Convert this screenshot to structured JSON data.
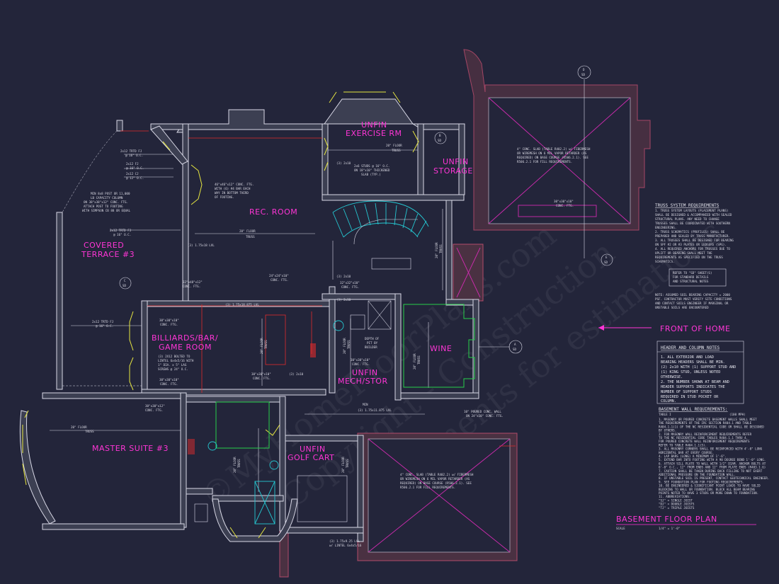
{
  "rooms": {
    "covered_terrace": [
      "COVERED",
      "TERRACE #3"
    ],
    "rec_room": "REC. ROOM",
    "exercise": [
      "UNFIN",
      "EXERCISE RM"
    ],
    "storage": [
      "UNFIN",
      "STORAGE"
    ],
    "billiards": [
      "BILLIARDS/BAR/",
      "GAME ROOM"
    ],
    "wine": "WINE",
    "mech": [
      "UNFIN",
      "MECH/STOR"
    ],
    "master": "MASTER SUITE #3",
    "golf": [
      "UNFIN",
      "GOLF CART"
    ]
  },
  "annotations": {
    "a1": "2x12 TRTD FJ",
    "a1b": "@ 16\" O.C.",
    "a2": "2x12 FJ",
    "a2b": "@ 16\" O.C.",
    "a3": "2x12 CJ",
    "a3b": "@ 12\" O.C.",
    "post": [
      "MIN 8x8 POST OR 11,000",
      "LB CAPACITY COLUMN",
      "ON 38\"x38\"x12\" CONC. FTG.",
      "ATTACH POST TO FOOTING",
      "WITH SIMPSON CB 88 OR EQUAL"
    ],
    "ftg1": [
      "46\"x46\"x12\" CONC. FTG.",
      "WITH (6) #4 BAR EACH",
      "WAY IN BOTTOM THIRD",
      "OF FOOTING."
    ],
    "floor_truss": "20\" FLOOR",
    "truss": "TRUSS",
    "lvl1": "(3) 1.75x18 LVL",
    "lvl2": "(3) 1.75x18.875 LVL",
    "lvl3": "(3) 1.75x11.875 LVL",
    "lvl4": [
      "(3) 1.75x9.25 LVL",
      "w/ LINTEL 6x4x5/16"
    ],
    "c1": "24\"x24\"x10\"",
    "c1b": "CONC. FTG.",
    "c2": "32\"x32\"x10\"",
    "c2b": "CONC. FTG.",
    "c3": "32\"x48\"x12\"",
    "c3b": "CONC. FTG.",
    "c4": "30\"x30\"x10\"",
    "c4b": "CONC. FTG.",
    "c5": "30\"x30\"x12\"",
    "c5b": "CONC. FTG.",
    "studs": [
      "2x6 STUDS @ 16\" O.C.",
      "ON 18\"x10\" THICKENED",
      "SLAB (TYP.)"
    ],
    "twox10": "(3) 2x10",
    "lintel": [
      "(3) 2X12 BOLTED TO",
      "LINTEL 6x4x5/16 WITH",
      "1\" DIA. x 5\" LAG",
      "SCREWS @ 24\" O.C."
    ],
    "pit": [
      "DEPTH OF",
      "PIT BY",
      "BUILDER"
    ],
    "min": "MIN",
    "wall10": [
      "10\" POURED CONC. WALL",
      "ON 24\"x10\" CONC. FTG."
    ],
    "slab1": [
      "4\" CONC. SLAB (TABLE R402.2) w/ FIBERMESH",
      "OR WIREMESH ON 6 MIL VAPOR RETARDER (AS",
      "REQUIRED) ON BASE COURSE (R506.2.1). SEE",
      "R506.2.1 FOR FILL REQUIREMENTS."
    ],
    "slab2": [
      "4\" CONC. SLAB (TABLE R402.2) w/ FIBERMESH",
      "OR WIREMESH ON 6 MIL VAPOR RETARDER (AS",
      "REQUIRED) ON BASE COURSE (R506.2.1). SEE",
      "R506.2.1 FOR FILL REQUIREMENTS."
    ],
    "ftg30": "30\"x30\"x10\"",
    "ftg30b": "CONC. FTG."
  },
  "sections": [
    {
      "letter": "D",
      "sheet": "SD"
    },
    {
      "letter": "B",
      "sheet": "SD"
    },
    {
      "letter": "C",
      "sheet": "SD"
    },
    {
      "letter": "E",
      "sheet": "SD"
    },
    {
      "letter": "A",
      "sheet": "SD"
    }
  ],
  "notes": {
    "truss_title": "TRUSS SYSTEM REQUIREMENTS",
    "truss_items": [
      "1.   TRUSS SYSTEM LAYOUTS (PLACEMENT PLANS)",
      "      SHALL BE DESIGNED & ACCOMPANIED WITH SEALED",
      "      STRUCTURAL PLANS. ANY NEED TO CHANGE",
      "      TRUSSES SHALL BE COORDINATED WITH SOUTHERN",
      "      ENGINEERING.",
      "2.   TRUSS SCHEMATICS (PROFILES) SHALL BE",
      "      PREPARED AND SEALED BY TRUSS MANUFACTURER.",
      "3.   ALL TRUSSES SHALL BE DESIGNED FOR BEARING",
      "      ON SPF #2 OR #3 PLATES OR LEDGERS (SPG).",
      "4.   ALL REQUIRED ANCHORS FOR TRUSSES DUE TO",
      "      UPLIFT OR BEARING SHALL MEET THE",
      "      REQUIREMENTS AS SPECIFIED ON THE TRUSS",
      "      SCHEMATICS."
    ],
    "refer": [
      "REFER TO \"SD\" SHEET(S)",
      "FOR STANDARD DETAILS",
      "AND STRUCTURAL NOTES"
    ],
    "soil": [
      "NOTE: ASSUMED SOIL BEARING CAPACITY = 2000",
      "PSF. CONTRACTOR MUST VERIFY SITE CONDITIONS",
      "AND CONTACT SOILS ENGINEER IF MARGINAL OR",
      "UNSTABLE SOILS ARE ENCOUNTERED"
    ],
    "front": "FRONT OF HOME",
    "header_title": "HEADER AND COLUMN NOTES",
    "header_items": [
      "1. ALL EXTERIOR AND LOAD",
      "BEARING HEADERS SHALL BE MIN.",
      "(2) 2x10 WITH (1) SUPPORT STUD AND",
      "(1) KING STUD, UNLESS NOTED",
      "OTHERWISE.",
      "",
      "2. THE NUMBER SHOWN AT BEAM AND",
      "HEADER SUPPORTS INDICATES THE",
      "NUMBER OF SUPPORT STUDS",
      "REQUIRED IN STUD POCKET OR",
      "COLUMN."
    ],
    "basement_title": "BASEMENT WALL REQUIREMENTS:",
    "basement_table": "TABLE I",
    "basement_mph": "(100 MPH)",
    "basement_items": [
      "1. MASONRY OR POURED CONCRETE BASEMENT WALLS SHALL MEET",
      "   THE REQUIREMENTS OF THE IRC SECTION R404.1 AND TABLE",
      "   R404.1.1(1) OF THE NC RESIDENTIAL CODE OR SHALL BE DESIGNED",
      "   BY OTHERS.",
      "2. FOR MASONRY WALL REINFORCEMENT REQUIREMENTS REFER",
      "   TO THE NC RESIDENTIAL CODE TABLES R404.1.1 THRU 4.",
      "   FOR POURED CONCRETE WALL REINFORCEMENT REQUIREMENTS",
      "   REFER TO TABLE R404.1.1(5).",
      "3. ALL MASONRY CORNERS SHALL BE REINFORCED WITH 4'-0\" LONG",
      "   HORIZONTAL BAR AT EVERY COURSE.",
      "4. LAP BARS (LONG) A MINIMUM OF 1'-6\".",
      "5. EXTEND BAR INTO FOOTING WITH A 90 DEGREE BEND 1'-0\" LONG.",
      "6. ATTACH SILL PLATE TO WALL WITH 1/2\" DIAM. ANCHOR BOLTS AT",
      "   6'-0\" O.C., 12\" FROM ENDS AND 12\" FROM PLATE ENDS (R403.1.6)",
      "7. CAUTION SHALL BE TAKEN DURING BACK FILLING TO NOT EXERT",
      "   ADDITIONAL PRESSURE ON THE FOUNDATION WALL.",
      "8. IF UNSTABLE SOIL IS PRESENT, CONTACT GEOTECHNICAL ENGINEER.",
      "9. SEE FOUNDATION PLAN FOR FOOTING REQUIREMENTS.",
      "10. BE ENGINEERED & SIGNIFICANT POINT LOADS TO HAVE SOLID",
      "    BLOCKING TO WALL OR FOUNDATION. BLOCK ALL BEAM BEARING",
      "    POINTS NOTED TO HAVE 3 STUDS OR MORE DOWN TO FOUNDATION.",
      "11. ABBREVIATIONS:",
      "    \"SJ\" = SINGLE JOIST",
      "    \"DJ\" = DOUBLE JOISTS",
      "    \"TJ\" = TRIPLE JOISTS"
    ],
    "plan_title": "BASEMENT FLOOR PLAN",
    "scale_label": "SCALE",
    "scale_value": "1/4\" = 1'-0\""
  },
  "watermark": [
    "©MyHomeFloorPlans.com",
    "Copyright - Construction",
    "Documents for estimations"
  ],
  "colors": {
    "background": "#23253a",
    "room_label": "#ff35d6",
    "wall": "#d8d8e6",
    "exterior_wall": "#b24a6a",
    "window": "#e6e640",
    "stair": "#25c8d2",
    "wine": "#27d04a"
  }
}
